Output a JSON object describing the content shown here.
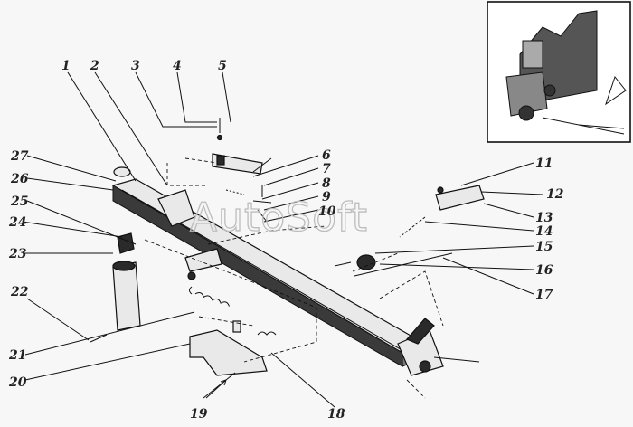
{
  "watermark": "AutoSoft",
  "callouts": [
    {
      "id": "1",
      "label": "1"
    },
    {
      "id": "2",
      "label": "2"
    },
    {
      "id": "3",
      "label": "3"
    },
    {
      "id": "4",
      "label": "4"
    },
    {
      "id": "5",
      "label": "5"
    },
    {
      "id": "6",
      "label": "6"
    },
    {
      "id": "7",
      "label": "7"
    },
    {
      "id": "8",
      "label": "8"
    },
    {
      "id": "9",
      "label": "9"
    },
    {
      "id": "10",
      "label": "10"
    },
    {
      "id": "11",
      "label": "11"
    },
    {
      "id": "12",
      "label": "12"
    },
    {
      "id": "13",
      "label": "13"
    },
    {
      "id": "14",
      "label": "14"
    },
    {
      "id": "15",
      "label": "15"
    },
    {
      "id": "16",
      "label": "16"
    },
    {
      "id": "17",
      "label": "17"
    },
    {
      "id": "18",
      "label": "18"
    },
    {
      "id": "19",
      "label": "19"
    },
    {
      "id": "20",
      "label": "20"
    },
    {
      "id": "21",
      "label": "21"
    },
    {
      "id": "22",
      "label": "22"
    },
    {
      "id": "23",
      "label": "23"
    },
    {
      "id": "24",
      "label": "24"
    },
    {
      "id": "25",
      "label": "25"
    },
    {
      "id": "26",
      "label": "26"
    },
    {
      "id": "27",
      "label": "27"
    }
  ],
  "colors": {
    "line": "#111111",
    "background": "#f7f7f7",
    "watermark": "#bdbdbd"
  }
}
